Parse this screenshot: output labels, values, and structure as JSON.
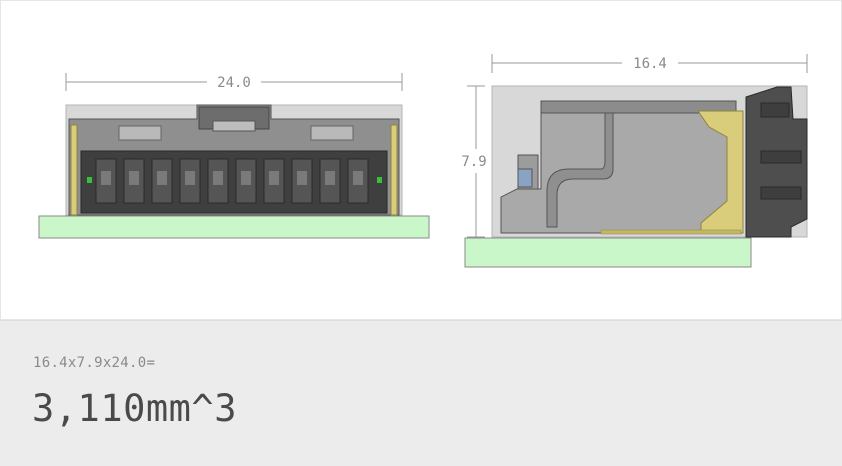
{
  "dimensions": {
    "width_label": "24.0",
    "depth_label": "16.4",
    "height_label": "7.9"
  },
  "calculation": {
    "formula": "16.4x7.9x24.0=",
    "result": "3,110mm^3"
  },
  "colors": {
    "pcb": "#c9f7c9",
    "connector_body": "#4e4e4e",
    "housing_background": "#d7d7d7",
    "gold_contact": "#d9cc7a",
    "dimension_line": "#9a9a9a",
    "panel_background": "#ececec"
  }
}
